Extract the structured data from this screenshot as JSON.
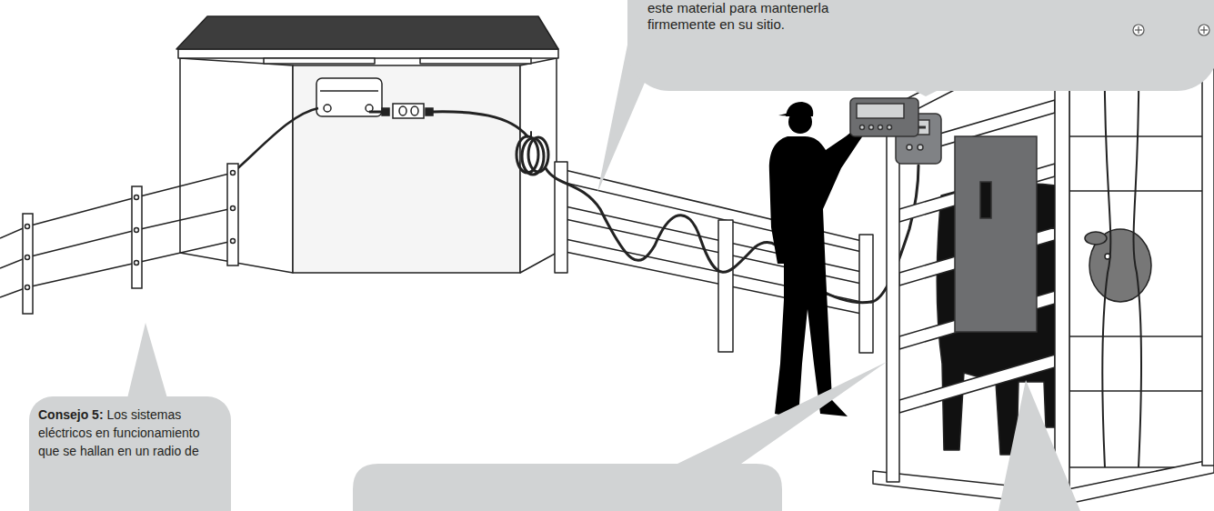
{
  "diagram": {
    "nodes": [
      {
        "text": [
          "este material para mantenerla firmemente en su sitio."
        ]
      },
      {
        "text": [
          "Consejo 5:",
          "Los sistemas eléctricos en funcionamiento que se hallan en un radio de"
        ]
      }
    ]
  }
}
